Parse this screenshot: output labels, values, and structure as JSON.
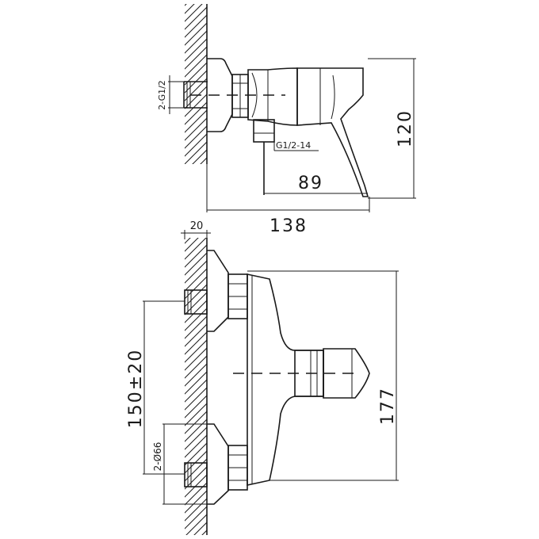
{
  "top_view": {
    "dim_width": "138",
    "dim_reach": "89",
    "dim_height": "120",
    "thread_inlet": "2-G1/2",
    "thread_outlet": "G1/2-14"
  },
  "front_view": {
    "dim_wall": "20",
    "dim_spacing": "150±20",
    "dim_height": "177",
    "dim_flange": "2-Ø66"
  }
}
